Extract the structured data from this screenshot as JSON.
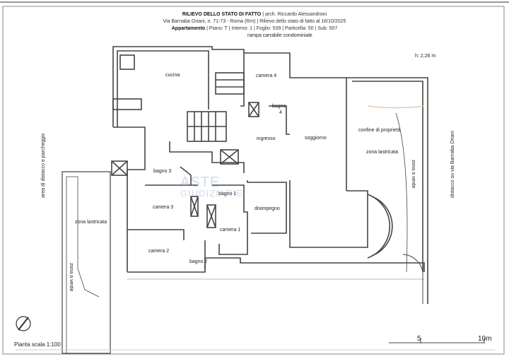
{
  "header": {
    "title": "RILIEVO DELLO STATO DI FATTO",
    "architect": "| arch. Riccardo Alessandroni",
    "address_line": "Via Barnaba Oriani, n. 71-73 - Roma (Rm) | Rilievo dello stato di fatto al 16/10/2025",
    "unit_label": "Appartamento",
    "unit_details": "| Piano: T | Interno: 1 | Foglio: 539 | Particella: 50 | Sub: 507"
  },
  "plan": {
    "top_label": "rampa carrabile condominiale",
    "height_label": "h: 2,26 m",
    "rooms": {
      "cucina": "cucina",
      "camera4": "camera 4",
      "bagno4_a": "bagno",
      "bagno4_b": "4",
      "ingresso": "ingresso",
      "soggiorno": "soggiorno",
      "bagno3": "bagno 3",
      "bagno1": "bagno 1",
      "camera3": "camera 3",
      "disimpegno": "disimpegno",
      "camera1": "camera 1",
      "camera2": "camera 2",
      "bagno2": "bagno 2"
    },
    "outdoor": {
      "property_limit": "confine di proprietà",
      "zona_lastricata_right": "zona lastricata",
      "zona_verde_right": "zona a verde",
      "distacco_oriani": "distacco su via Barnaba Oriani",
      "area_distacco": "area di distacco e parcheggio",
      "zona_lastricata_left": "zona lastricata",
      "zona_verde_left": "zona a verde"
    }
  },
  "footer": {
    "scale_label": "Pianta scala 1:100",
    "scale_ticks": [
      "5",
      "10m"
    ],
    "watermark": [
      "ASTE",
      "GIUDIZIARIE"
    ]
  }
}
